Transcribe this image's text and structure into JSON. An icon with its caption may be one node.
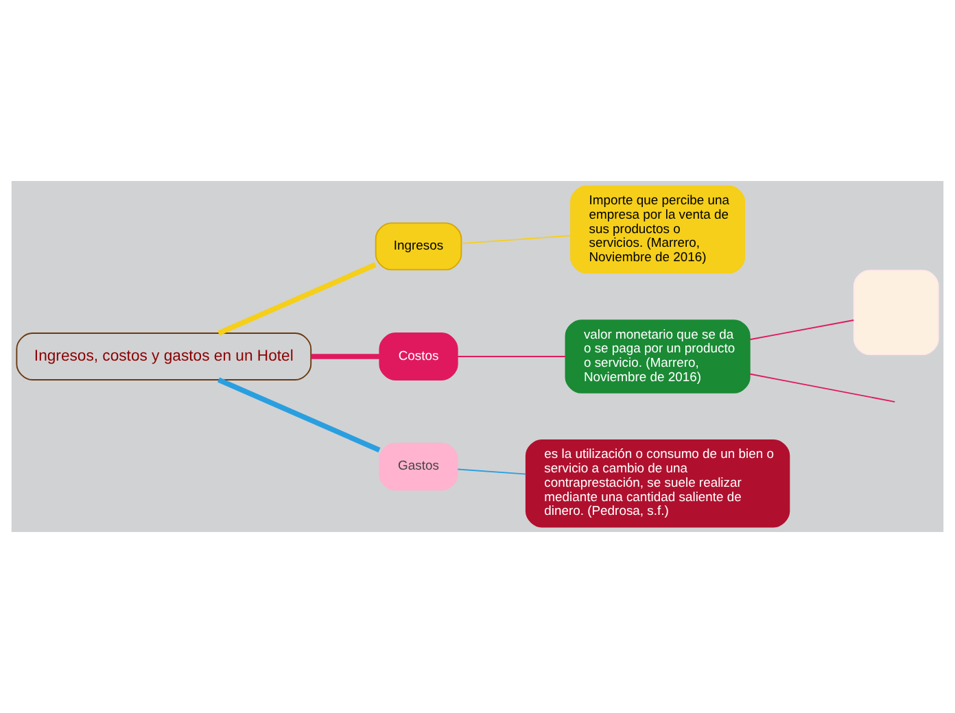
{
  "diagram": {
    "nodes": [
      {
        "text": [
          "Ingresos, costos y gastos en un Hotel"
        ]
      },
      {
        "text": [
          "Ingresos"
        ]
      },
      {
        "text": [
          "Importe que percibe una empresa por la venta de sus productos o servicios. (Marrero, Noviembre de 2016)"
        ]
      },
      {
        "text": [
          "Costos"
        ]
      },
      {
        "text": [
          "valor monetario que se da o se paga por un producto o servicio. (Marrero, Noviembre de 2016)"
        ]
      },
      {
        "text": [],
        "shape": "box"
      },
      {
        "text": [
          "Gastos"
        ]
      },
      {
        "text": [
          "es la utilización o consumo de un bien o servicio a cambio de una contraprestación, se suele realizar mediante una cantidad saliente de dinero. (Pedrosa, s.f.)"
        ]
      }
    ],
    "edges": [
      {
        "from": 0,
        "to": 1,
        "arrow": "none",
        "style": "thick",
        "color": "#f5cf1a"
      },
      {
        "from": 1,
        "to": 2,
        "arrow": "none",
        "color": "#f5cf1a"
      },
      {
        "from": 0,
        "to": 3,
        "arrow": "none",
        "style": "thick",
        "color": "#e0195f"
      },
      {
        "from": 3,
        "to": 4,
        "arrow": "none",
        "color": "#e0195f"
      },
      {
        "from": 4,
        "to": 5,
        "arrow": "none",
        "color": "#e0195f"
      },
      {
        "from": 4,
        "to": null,
        "arrow": "none",
        "color": "#e0195f"
      },
      {
        "from": 0,
        "to": 6,
        "arrow": "none",
        "style": "thick",
        "color": "#2a9fe0"
      },
      {
        "from": 6,
        "to": 7,
        "arrow": "none",
        "color": "#2a9fe0"
      }
    ]
  }
}
